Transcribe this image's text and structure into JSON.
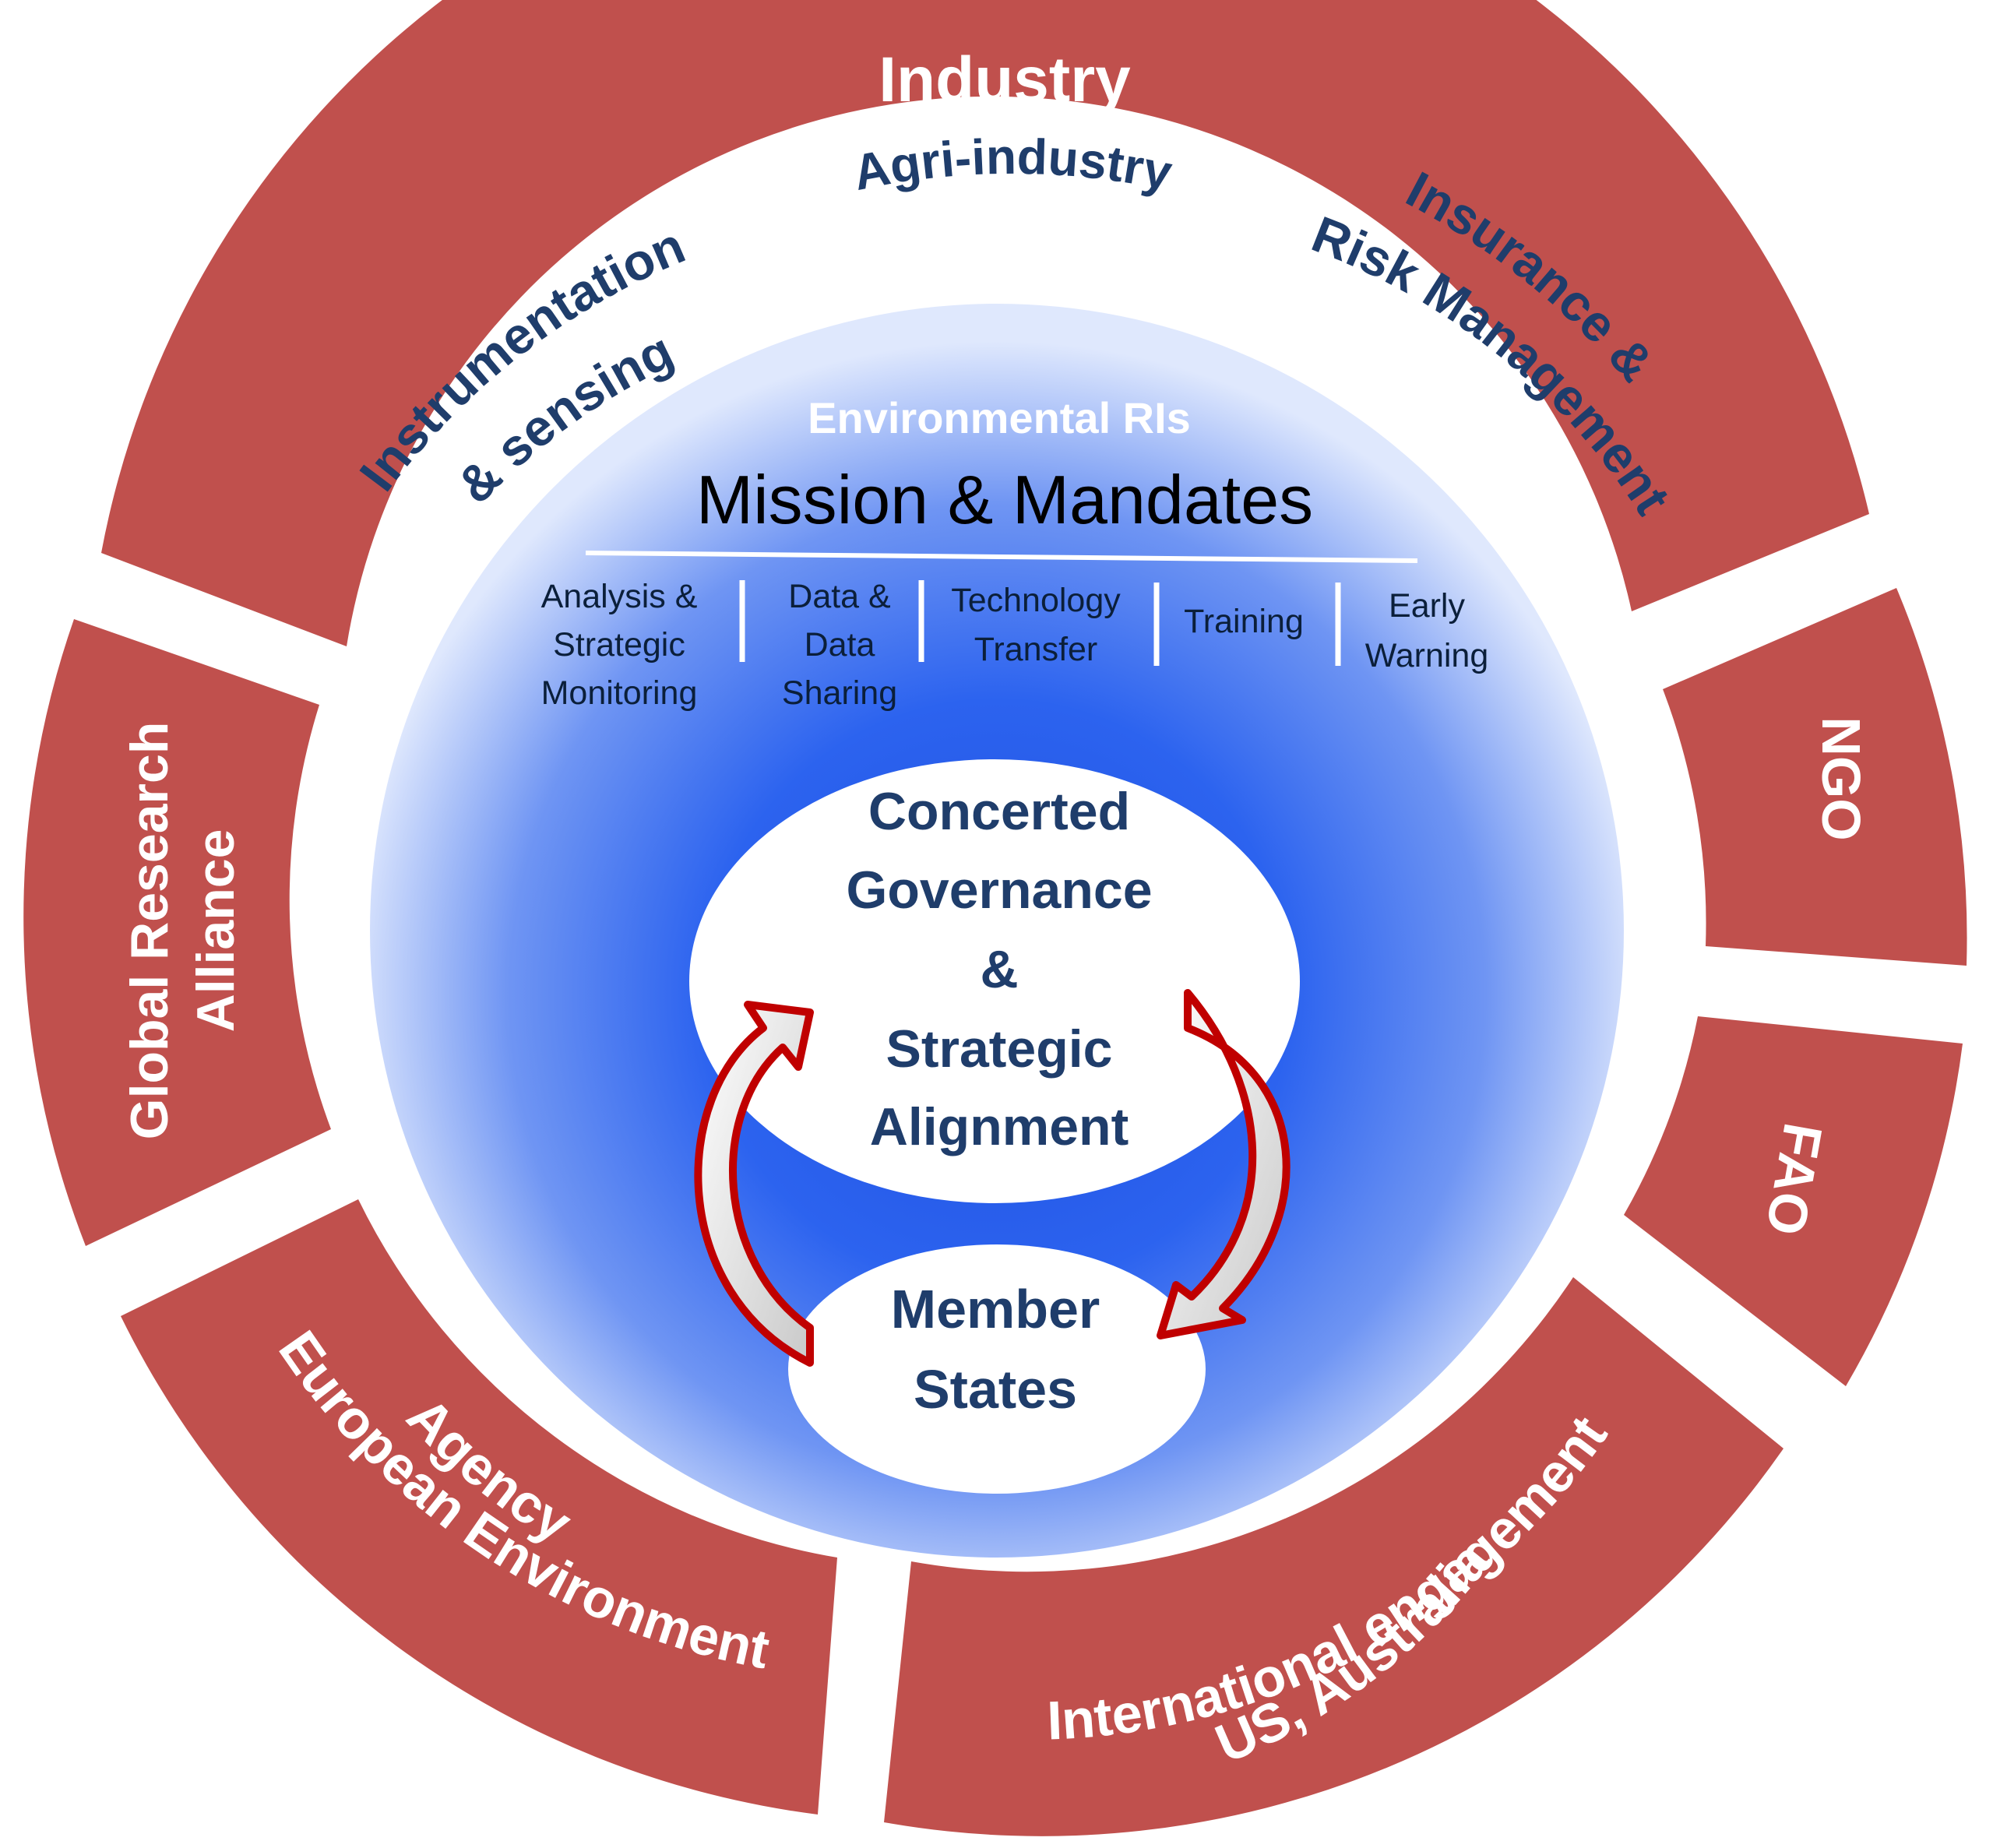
{
  "colors": {
    "segment": "#c0504d",
    "segment_text_light": "#ffffff",
    "segment_text_dark": "#1f3d6b",
    "core_blue": "#2a5be6",
    "arrow": "#c00000"
  },
  "outer_ring": {
    "industry": {
      "title": "Industry",
      "subsectors": {
        "instrumentation": [
          "Instrumentation",
          "& sensing"
        ],
        "agri": "Agri-industry",
        "insurance": [
          "Insurance &",
          "Risk Management"
        ]
      }
    },
    "ngo": "NGO",
    "fao": "FAO",
    "international": [
      "International  engagement",
      "US, Australia"
    ],
    "eea": [
      "European Environment",
      "Agency"
    ],
    "gra": [
      "Global Research",
      "Alliance"
    ]
  },
  "core": {
    "subtitle": "Environmental RIs",
    "title": "Mission & Mandates",
    "activities": [
      [
        "Analysis &",
        "Strategic",
        "Monitoring"
      ],
      [
        "Data &",
        "Data",
        "Sharing"
      ],
      [
        "Technology",
        "Transfer"
      ],
      [
        "Training"
      ],
      [
        "Early",
        "Warning"
      ]
    ],
    "governance": [
      "Concerted",
      "Governance",
      "&",
      "Strategic",
      "Alignment"
    ],
    "member_states": [
      "Member",
      "States"
    ]
  }
}
